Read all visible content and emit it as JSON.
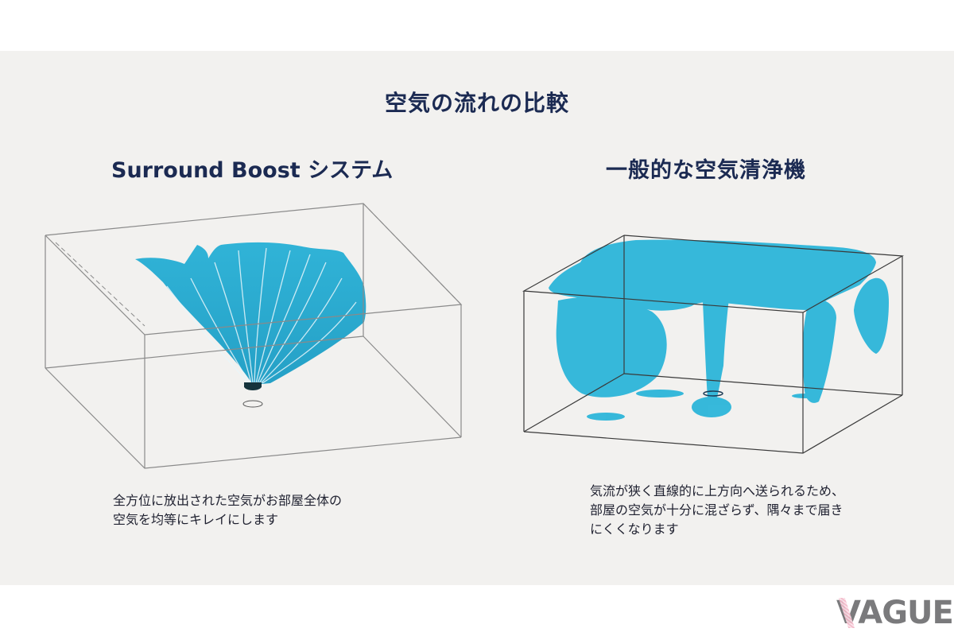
{
  "page": {
    "title": "空気の流れの比較",
    "background_color": "#f2f1ef",
    "text_color": "#1b2a52",
    "accent_color": "#1fa8cf"
  },
  "left_panel": {
    "heading": "Surround Boost システム",
    "caption": "全方位に放出された空気がお部屋全体の\n空気を均等にキレイにします",
    "diagram": "fan-shaped-airflow-spreading-in-all-directions"
  },
  "right_panel": {
    "heading": "一般的な空気清浄機",
    "caption": "気流が狭く直線的に上方向へ送られるため、\n部屋の空気が十分に混ざらず、隅々まで届き\nにくくなります",
    "diagram": "narrow-vertical-column-airflow-pooling-at-ceiling"
  },
  "watermark": {
    "brand": "VAGUE"
  }
}
